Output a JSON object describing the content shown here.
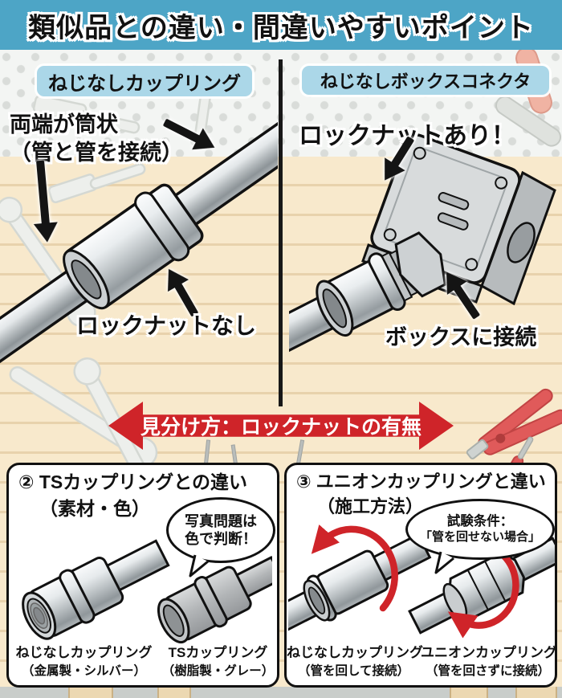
{
  "header": {
    "title": "類似品との違い・間違いやすいポイント"
  },
  "left": {
    "badge": "ねじなしカップリング",
    "note1": "両端が筒状",
    "note2": "（管と管を接続）",
    "label": "ロックナットなし"
  },
  "right": {
    "badge": "ねじなしボックスコネクタ",
    "note": "ロックナットあり！",
    "label": "ボックスに接続"
  },
  "banner": {
    "text": "見分け方：ロックナットの有無"
  },
  "section2": {
    "num": "②",
    "title": "TSカップリングとの違い",
    "subtitle": "（素材・色）",
    "bubble1": "写真問題は",
    "bubble2": "色で判断！",
    "items": [
      {
        "name": "ねじなしカップリング",
        "desc": "（金属製・シルバー）"
      },
      {
        "name": "TSカップリング",
        "desc": "（樹脂製・グレー）"
      }
    ]
  },
  "section3": {
    "num": "③",
    "title": "ユニオンカップリングと違い",
    "subtitle": "（施工方法）",
    "bubble1": "試験条件：",
    "bubble2": "「管を回せない場合」",
    "items": [
      {
        "name": "ねじなしカップリング",
        "desc": "（管を回して接続）"
      },
      {
        "name": "ユニオンカップリング",
        "desc": "（管を回さずに接続）"
      }
    ]
  },
  "colors": {
    "banner_blue": "#4da5c6",
    "badge_blue": "#abd7e8",
    "accent_red": "#cf2429",
    "wood": "#f8e9cc",
    "pegboard": "#f3f5f3"
  }
}
